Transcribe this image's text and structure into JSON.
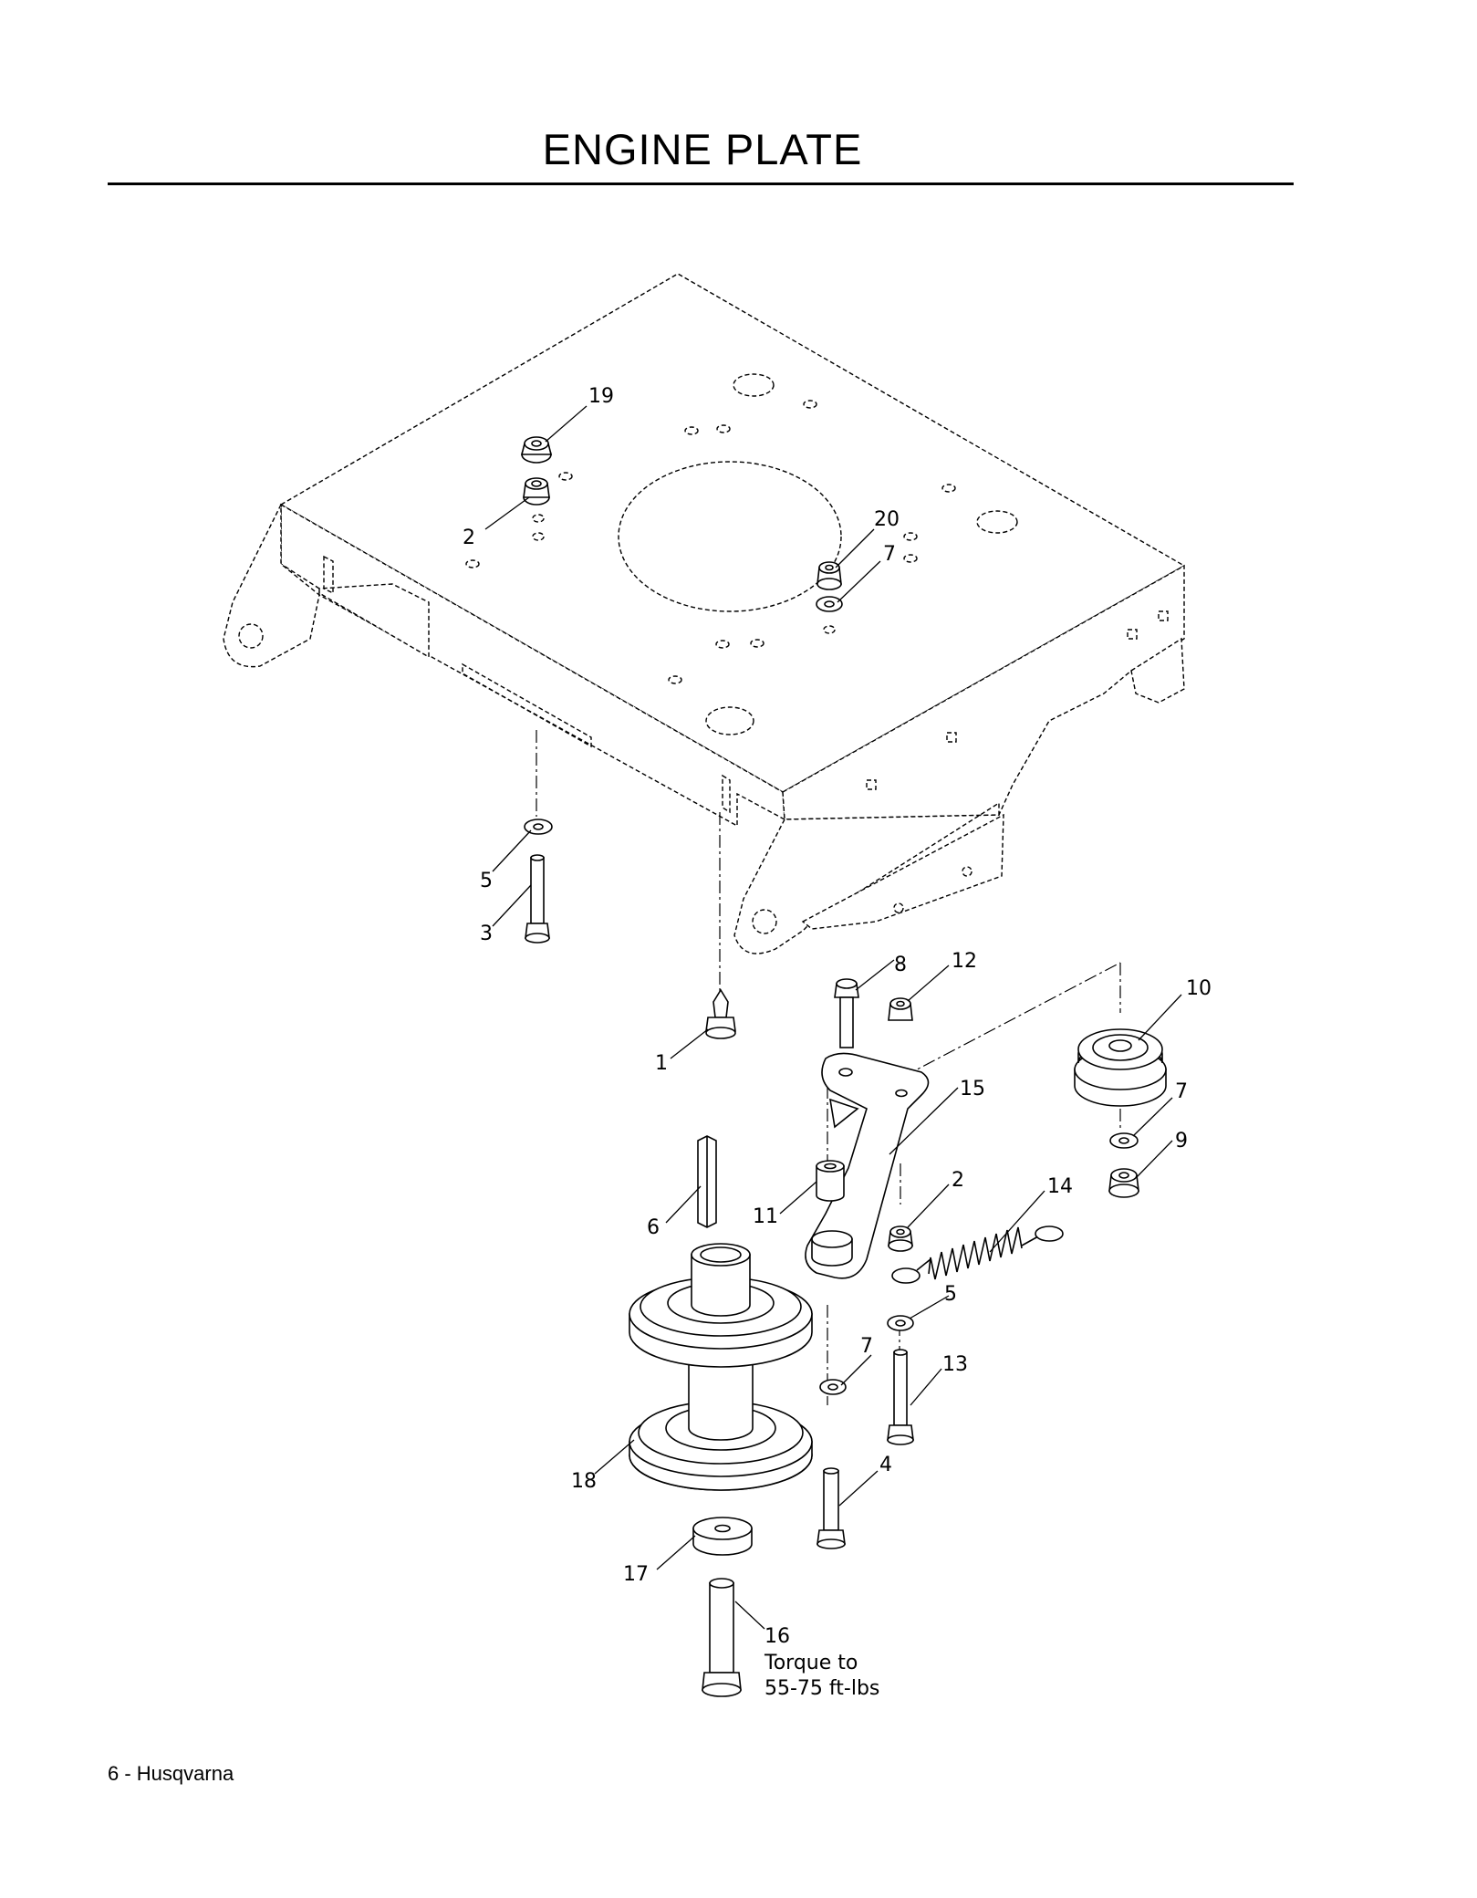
{
  "page": {
    "title": "ENGINE PLATE",
    "footer": "6 - Husqvarna"
  },
  "callouts": {
    "c1": "1",
    "c2a": "2",
    "c2b": "2",
    "c3": "3",
    "c4": "4",
    "c5a": "5",
    "c5b": "5",
    "c6": "6",
    "c7a": "7",
    "c7b": "7",
    "c7c": "7",
    "c8": "8",
    "c9": "9",
    "c10": "10",
    "c11": "11",
    "c12": "12",
    "c13": "13",
    "c14": "14",
    "c15": "15",
    "c16": "16",
    "c17": "17",
    "c18": "18",
    "c19": "19",
    "c20": "20"
  },
  "notes": {
    "torque_line1": "Torque to",
    "torque_line2": "55-75 ft-lbs"
  }
}
